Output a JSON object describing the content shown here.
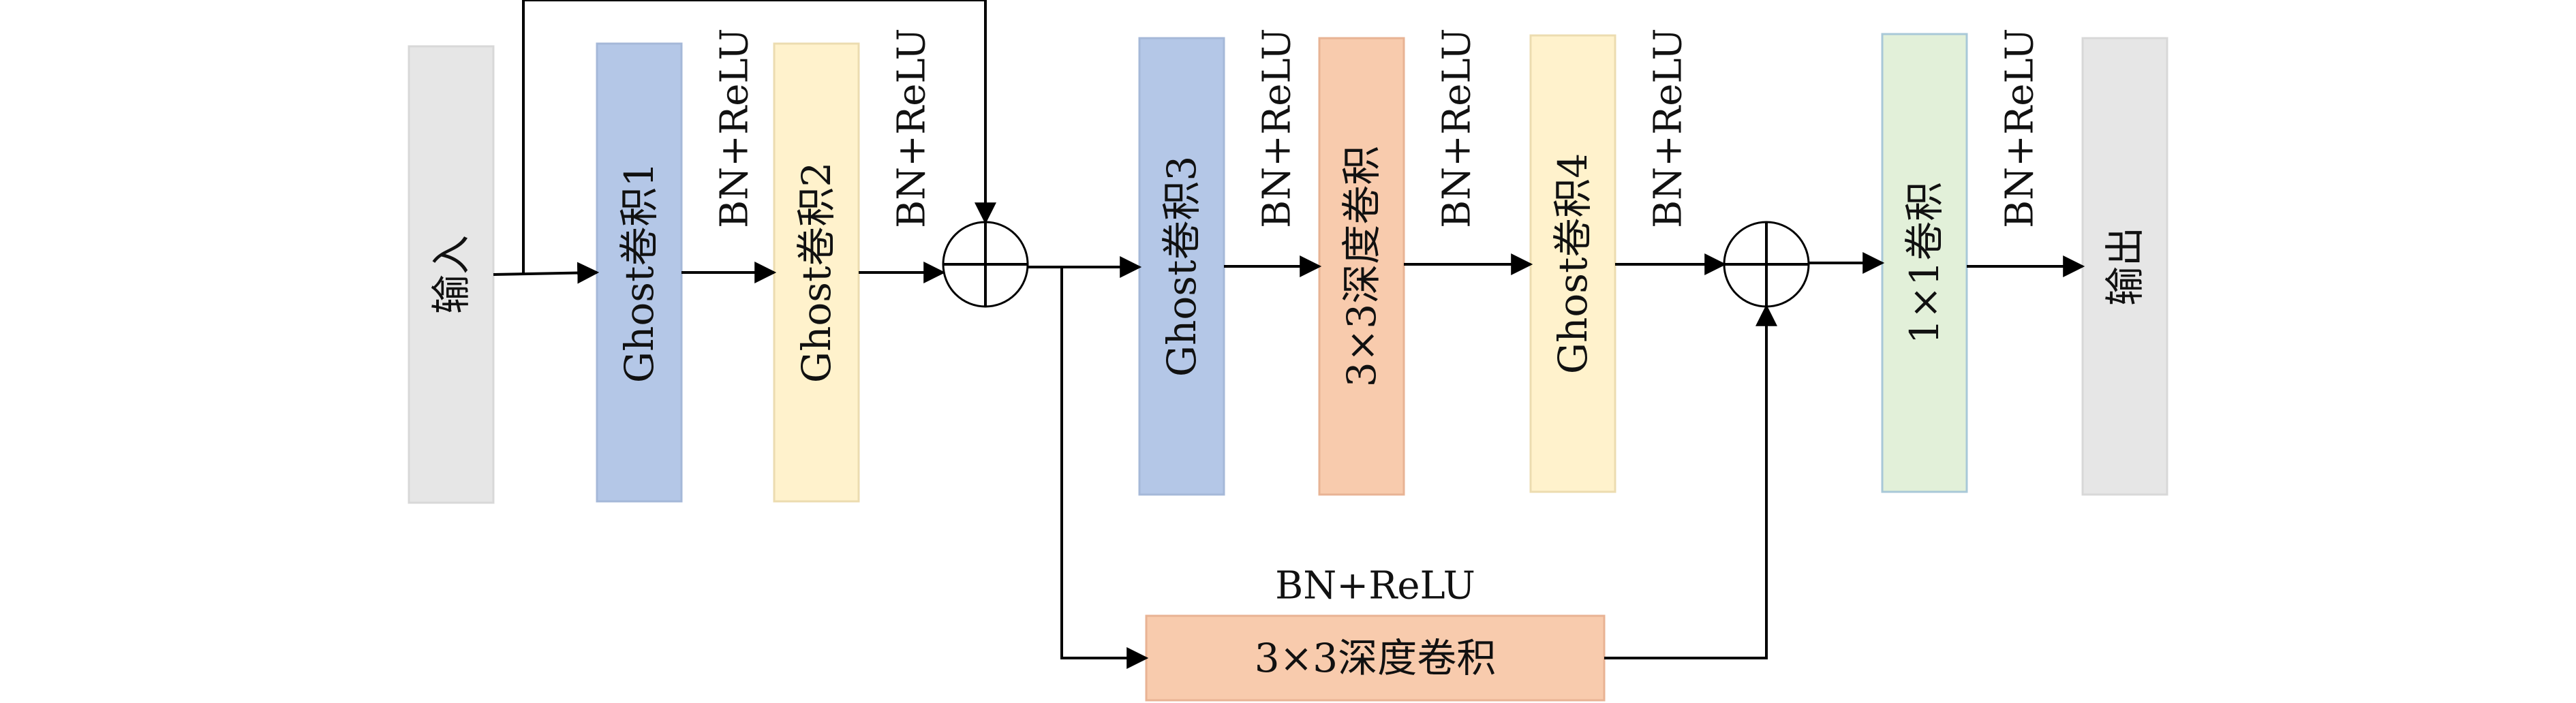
{
  "blocks": {
    "input": {
      "label": "输入",
      "fill": "#e6e6e6",
      "stroke": "#d8d8d8"
    },
    "ghost1": {
      "label": "Ghost卷积1",
      "fill": "#b4c7e7",
      "stroke": "#a5b8d8"
    },
    "ghost2": {
      "label": "Ghost卷积2",
      "fill": "#fff2cc",
      "stroke": "#ecdcb0"
    },
    "ghost3": {
      "label": "Ghost卷积3",
      "fill": "#b4c7e7",
      "stroke": "#a5b8d8"
    },
    "dw_top": {
      "label": "3×3深度卷积",
      "fill": "#f8cbad",
      "stroke": "#e8b394"
    },
    "ghost4": {
      "label": "Ghost卷积4",
      "fill": "#fff2cc",
      "stroke": "#ecdcb0"
    },
    "conv1x1": {
      "label": "1×1卷积",
      "fill": "#e2f0d9",
      "stroke": "#a8c8d8"
    },
    "output": {
      "label": "输出",
      "fill": "#e6e6e6",
      "stroke": "#d8d8d8"
    },
    "dw_bottom": {
      "label": "3×3深度卷积",
      "fill": "#f8cbad",
      "stroke": "#e8b394"
    }
  },
  "bn_labels": {
    "after_ghost1": "BN+ReLU",
    "after_ghost2": "BN+ReLU",
    "after_ghost3": "BN+ReLU",
    "after_dw_top": "BN+ReLU",
    "after_ghost4": "BN+ReLU",
    "after_conv1x1": "BN+ReLU",
    "above_dw_bottom": "BN+ReLU"
  },
  "operators": {
    "add1": "add",
    "add2": "add"
  }
}
